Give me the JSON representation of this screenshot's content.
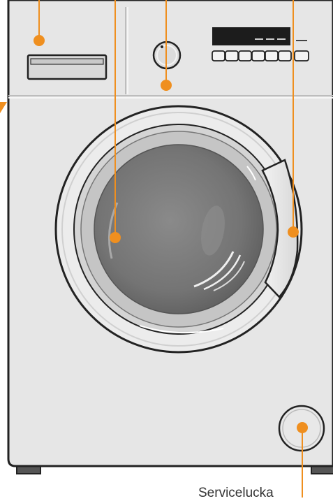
{
  "diagram": {
    "labels": {
      "service_hatch": "Servicelucka"
    },
    "colors": {
      "body": "#e6e6e6",
      "outline": "#222222",
      "accent_marker": "#ef8f1f",
      "display": "#1c1c1c",
      "glass": "#7a7a7a",
      "label_text": "#333333"
    },
    "markers": [
      {
        "name": "detergent-drawer-marker"
      },
      {
        "name": "door-glass-marker"
      },
      {
        "name": "program-selector-marker"
      },
      {
        "name": "door-handle-marker"
      },
      {
        "name": "service-hatch-marker"
      }
    ]
  }
}
